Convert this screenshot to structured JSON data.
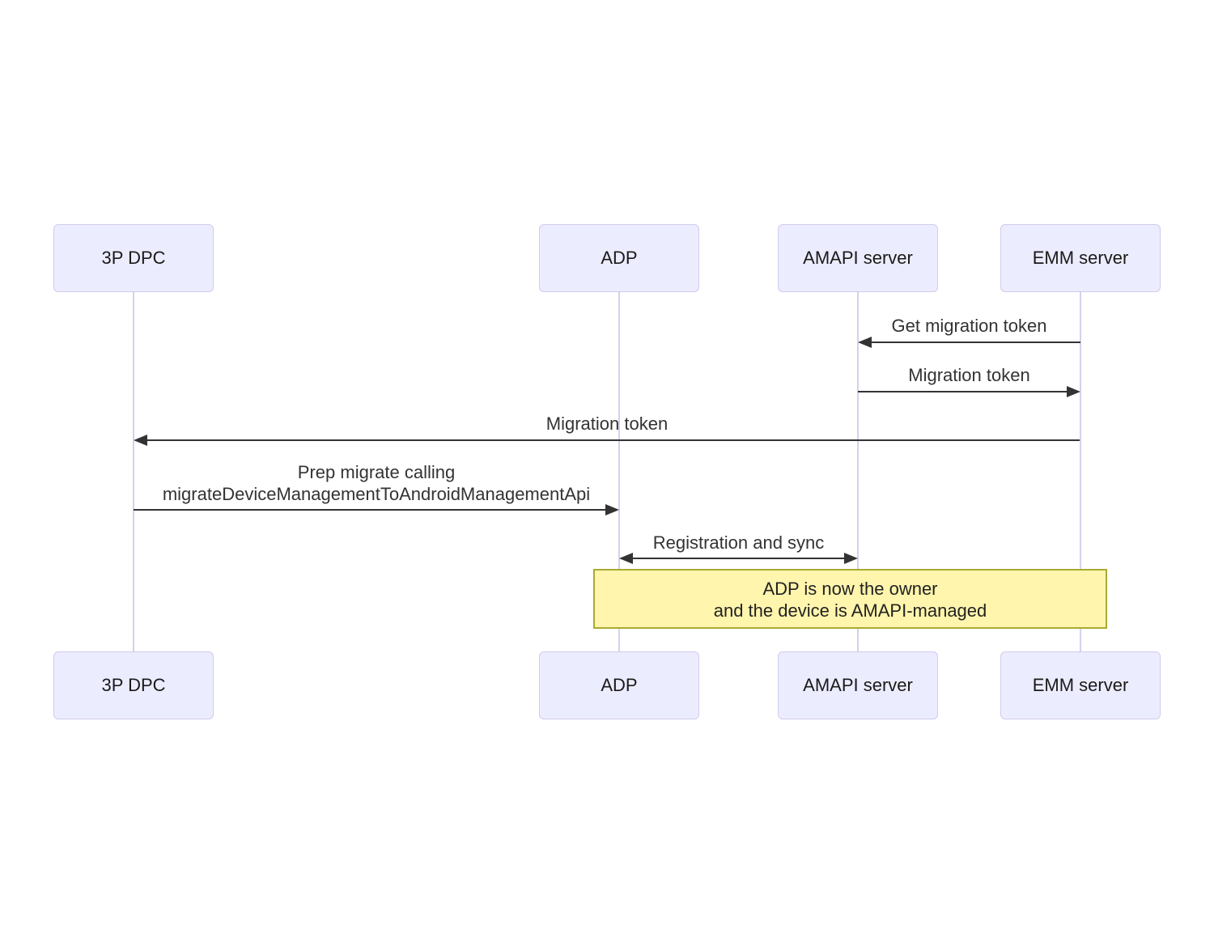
{
  "diagram": {
    "type": "sequence-diagram",
    "actors": [
      {
        "name": "3P DPC"
      },
      {
        "name": "ADP"
      },
      {
        "name": "AMAPI server"
      },
      {
        "name": "EMM server"
      }
    ],
    "messages": [
      {
        "text": "Get migration token",
        "from": "EMM server",
        "to": "AMAPI server",
        "direction": "left"
      },
      {
        "text": "Migration token",
        "from": "AMAPI server",
        "to": "EMM server",
        "direction": "right"
      },
      {
        "text": "Migration token",
        "from": "EMM server",
        "to": "3P DPC",
        "direction": "left"
      },
      {
        "lines": [
          "Prep migrate calling",
          "migrateDeviceManagementToAndroidManagementApi"
        ],
        "from": "3P DPC",
        "to": "ADP",
        "direction": "right"
      },
      {
        "text": "Registration and sync",
        "from": "ADP",
        "to": "AMAPI server",
        "direction": "both"
      }
    ],
    "note": {
      "over": [
        "ADP",
        "EMM server"
      ],
      "lines": [
        "ADP is now the owner",
        "and the device is AMAPI-managed"
      ]
    },
    "colors": {
      "actor_fill": "#ECECFF",
      "actor_border": "#d2cbec",
      "lifeline": "#d6d0ec",
      "arrow": "#333333",
      "message_text": "#333333",
      "note_fill": "#fff5ad",
      "note_border": "#aaaa33",
      "background": "#ffffff"
    }
  }
}
